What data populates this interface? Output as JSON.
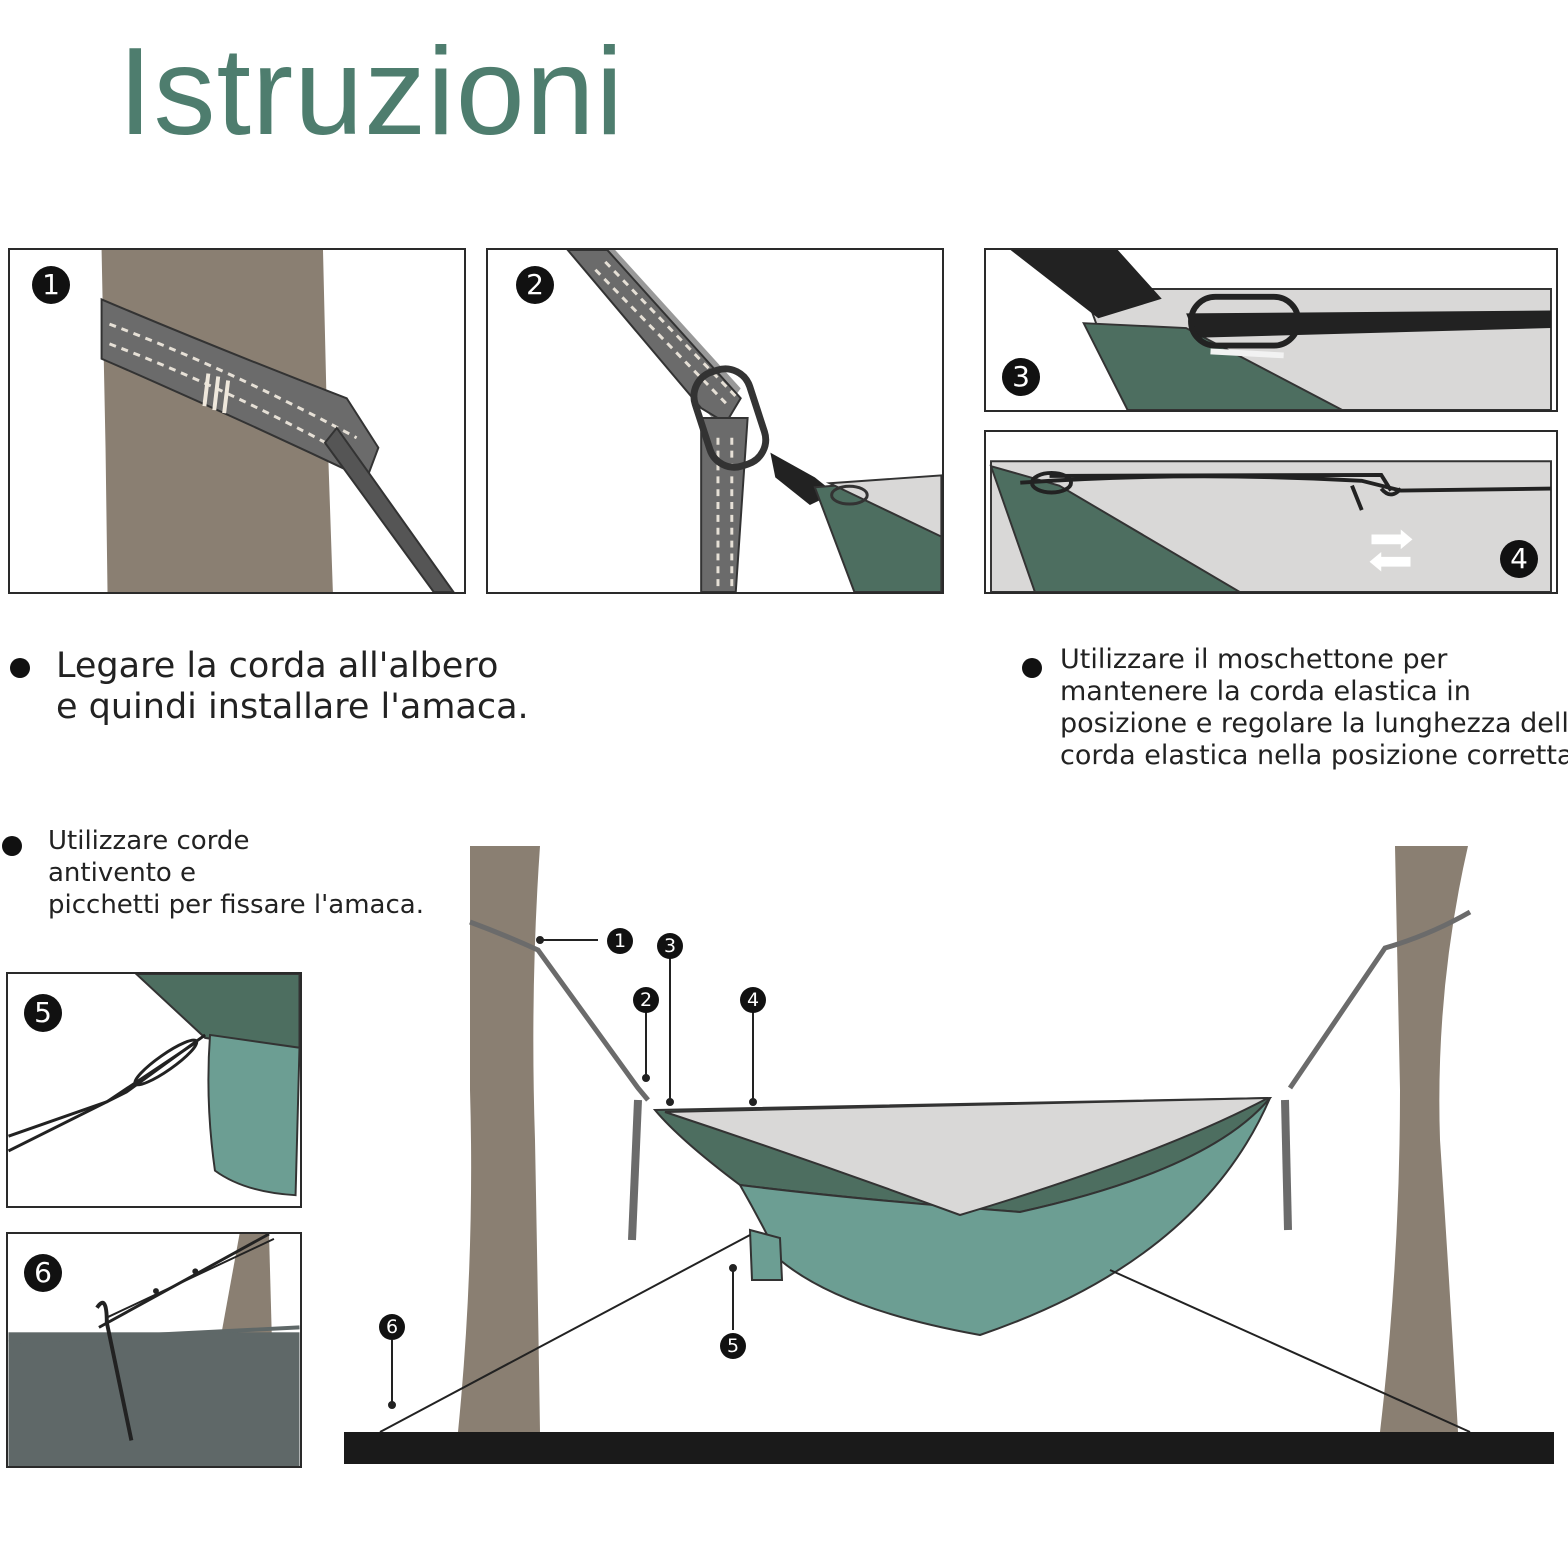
{
  "title": "Istruzioni",
  "panels": [
    {
      "number": "1"
    },
    {
      "number": "2"
    },
    {
      "number": "3"
    },
    {
      "number": "4"
    },
    {
      "number": "5"
    },
    {
      "number": "6"
    }
  ],
  "captions": {
    "tie": [
      "Legare la corda all'albero",
      "e quindi installare l'amaca."
    ],
    "carabiner": [
      "Utilizzare il moschettone per",
      "mantenere la corda elastica in",
      "posizione e regolare la lunghezza della",
      "corda elastica nella posizione corretta."
    ],
    "windproof": [
      "Utilizzare corde",
      "antivento e",
      "picchetti per fissare l'amaca."
    ]
  },
  "callouts": [
    "1",
    "2",
    "3",
    "4",
    "5",
    "6"
  ],
  "colors": {
    "title": "#4e7d6e",
    "trunk": "#8a7f72",
    "hammock_dark": "#4d6e60",
    "hammock_light": "#6c9e93",
    "net": "#d9d8d7",
    "ground": "#1a1a1a",
    "strap": "#6b6b6b"
  }
}
